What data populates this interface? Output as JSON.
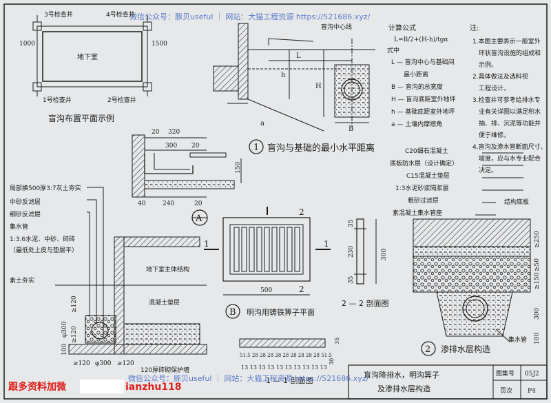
{
  "watermark": {
    "top": "微信公众号：豚贝useful ｜ 网站：大猫工程资源 https://521686.xyz/",
    "bottom": "微信公众号：豚贝useful ｜ 网站：大猫工程资源 https://521686.xyz/",
    "contact_prefix": "跟多资料加微",
    "contact_id": "ianzhu118"
  },
  "plan": {
    "well3": "3号检查井",
    "well4": "4号检查井",
    "well1": "1号检查井",
    "well2": "2号检查井",
    "room": "地下室",
    "dim_left": "1000",
    "dim_right": "1500",
    "caption": "盲沟布置平面示例"
  },
  "detail1": {
    "center_line": "盲沟中心线",
    "num": "1",
    "title": "盲沟与基础的最小水平距离",
    "h_label": "h",
    "H_label": "H",
    "L_label": "L",
    "B_label": "B",
    "a_label": "a"
  },
  "formula": {
    "heading": "计算公式",
    "eq": "L=B/2+(H-h)/tgα",
    "where": "式中",
    "items": [
      "L — 盲沟中心与基础间",
      "　　最小距离",
      "B — 盲沟的总宽度",
      "H — 盲沟底距室外地坪",
      "h — 基础底距室外地坪",
      "a — 土壤内摩擦角"
    ]
  },
  "notes": {
    "heading": "注:",
    "lines": [
      "1.本图主要表示一般室外",
      "　环状盲沟设施的组成和",
      "　示例。",
      "2.具体做法及选料视",
      "　工程设计。",
      "3.检查井可参考给排水专",
      "　业有关详图以满足积水",
      "　抽、排、沉泥等功能并",
      "　便于维修。",
      "4.盲沟及渗水管断面尺寸、",
      "　坡度，应与水专业配合",
      "　决定。"
    ]
  },
  "detailA": {
    "d20a": "20",
    "d320": "320",
    "d300": "300",
    "d20b": "20",
    "d150": "150",
    "d40": "40",
    "d240": "240",
    "d20c": "20",
    "label": "A"
  },
  "section": {
    "layers": [
      "局部换500厚3:7灰土夯实",
      "中砂反滤层",
      "细砂反滤层",
      "集水管",
      "1:3.6水泥、中砂、碎砖",
      "（最低处上皮与垫层平）"
    ],
    "soil": "素土夯实",
    "wall": "地下室主体结构",
    "cushion": "混凝土垫层",
    "brick": "120厚砖砌保护墙",
    "dims_left": [
      "≥120",
      "≥120",
      "φ300",
      "100"
    ],
    "dims_bottom": [
      "≥120",
      "φ300",
      "≥120"
    ]
  },
  "grate": {
    "label": "B",
    "title": "明沟用铸铁箅子平面",
    "mark1": "1",
    "mark2": "2",
    "d500": "500",
    "d35a": "35",
    "d230": "230",
    "d35b": "35",
    "d300": "300"
  },
  "sec22": {
    "title": "2 — 2 剖面图"
  },
  "sec11": {
    "title": "1 — 1 剖面图",
    "top": [
      "51.5",
      "28",
      "28",
      "28",
      "28",
      "28",
      "28",
      "28",
      "28",
      "28",
      "51.5"
    ],
    "bottom": [
      "13",
      "13",
      "13",
      "13",
      "13",
      "13",
      "13",
      "13",
      "13",
      "13"
    ],
    "d35": "35",
    "d30": "30"
  },
  "detail2": {
    "num": "2",
    "title": "渗排水层构造",
    "layers": [
      "C20细石混凝土",
      "底板防水层（设计确定）",
      "C15混凝土垫层",
      "1:3水泥砂浆隔浆层",
      "粗砂过滤层",
      "素混凝土集水管座"
    ],
    "struct": "结构底板",
    "pipe": "集水管",
    "dims": [
      "≥250",
      "≥50",
      "≥150",
      "300",
      "100"
    ]
  },
  "titleblock": {
    "title1": "盲沟降排水，明沟箅子",
    "title2": "及渗排水层构造",
    "set_label": "图集号",
    "set_value": "05J2",
    "page_label": "页次",
    "page_value": "P4"
  }
}
